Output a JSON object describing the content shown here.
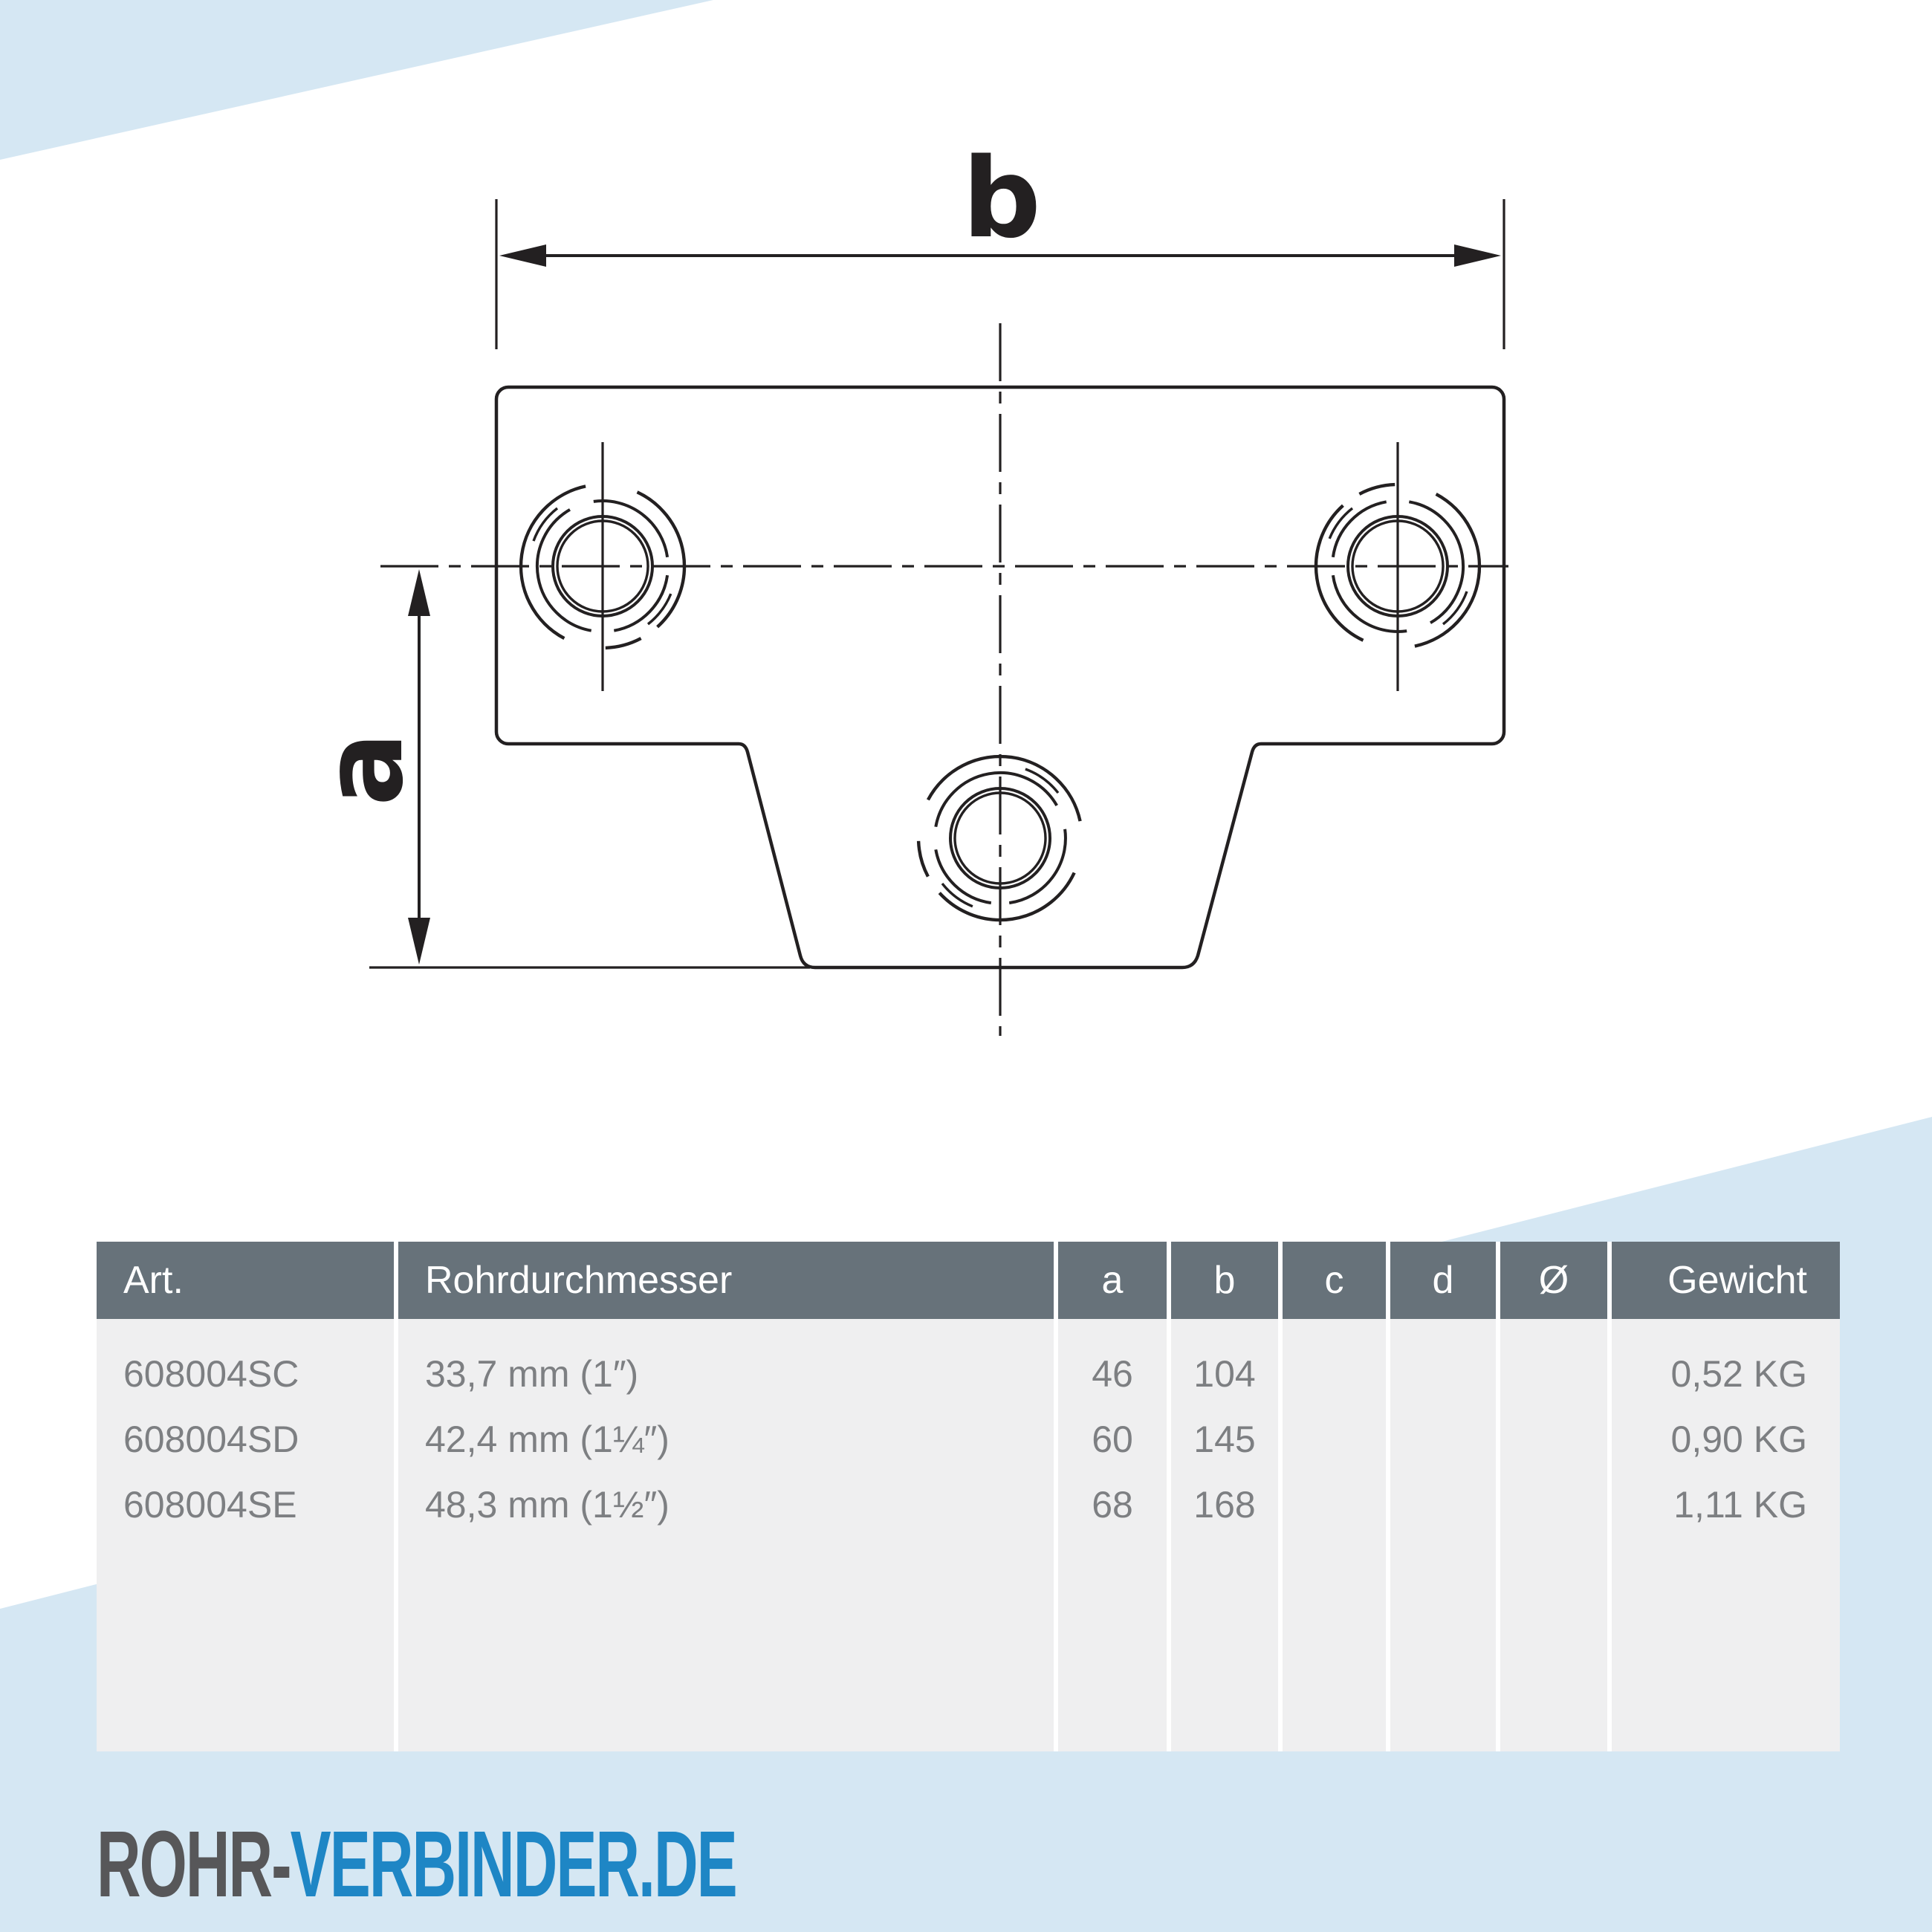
{
  "colors": {
    "ink": "#232021",
    "light-blue": "#d5e7f3",
    "header-bg": "#67727a",
    "header-text": "#ffffff",
    "body-bg": "#efeff0",
    "body-text": "#7d7f82",
    "logo-gray": "#575759",
    "logo-blue": "#1e86c5",
    "page-bg": "#ffffff"
  },
  "drawing": {
    "dim_width_label": "b",
    "dim_height_label": "a"
  },
  "table": {
    "headers": {
      "art": "Art.",
      "rohr": "Rohrdurchmesser",
      "a": "a",
      "b": "b",
      "c": "c",
      "d": "d",
      "dia": "Ø",
      "gewicht": "Gewicht"
    },
    "rows": [
      {
        "art": "608004SC",
        "rohr": "33,7 mm (1″)",
        "a": "46",
        "b": "104",
        "c": "",
        "d": "",
        "dia": "",
        "gewicht": "0,52 KG"
      },
      {
        "art": "608004SD",
        "rohr": "42,4 mm (1¼″)",
        "a": "60",
        "b": "145",
        "c": "",
        "d": "",
        "dia": "",
        "gewicht": "0,90 KG"
      },
      {
        "art": "608004SE",
        "rohr": "48,3 mm (1½″)",
        "a": "68",
        "b": "168",
        "c": "",
        "d": "",
        "dia": "",
        "gewicht": "1,11 KG"
      }
    ]
  },
  "logo": {
    "part1": "ROHR-",
    "part2": "VERBINDER.DE"
  }
}
